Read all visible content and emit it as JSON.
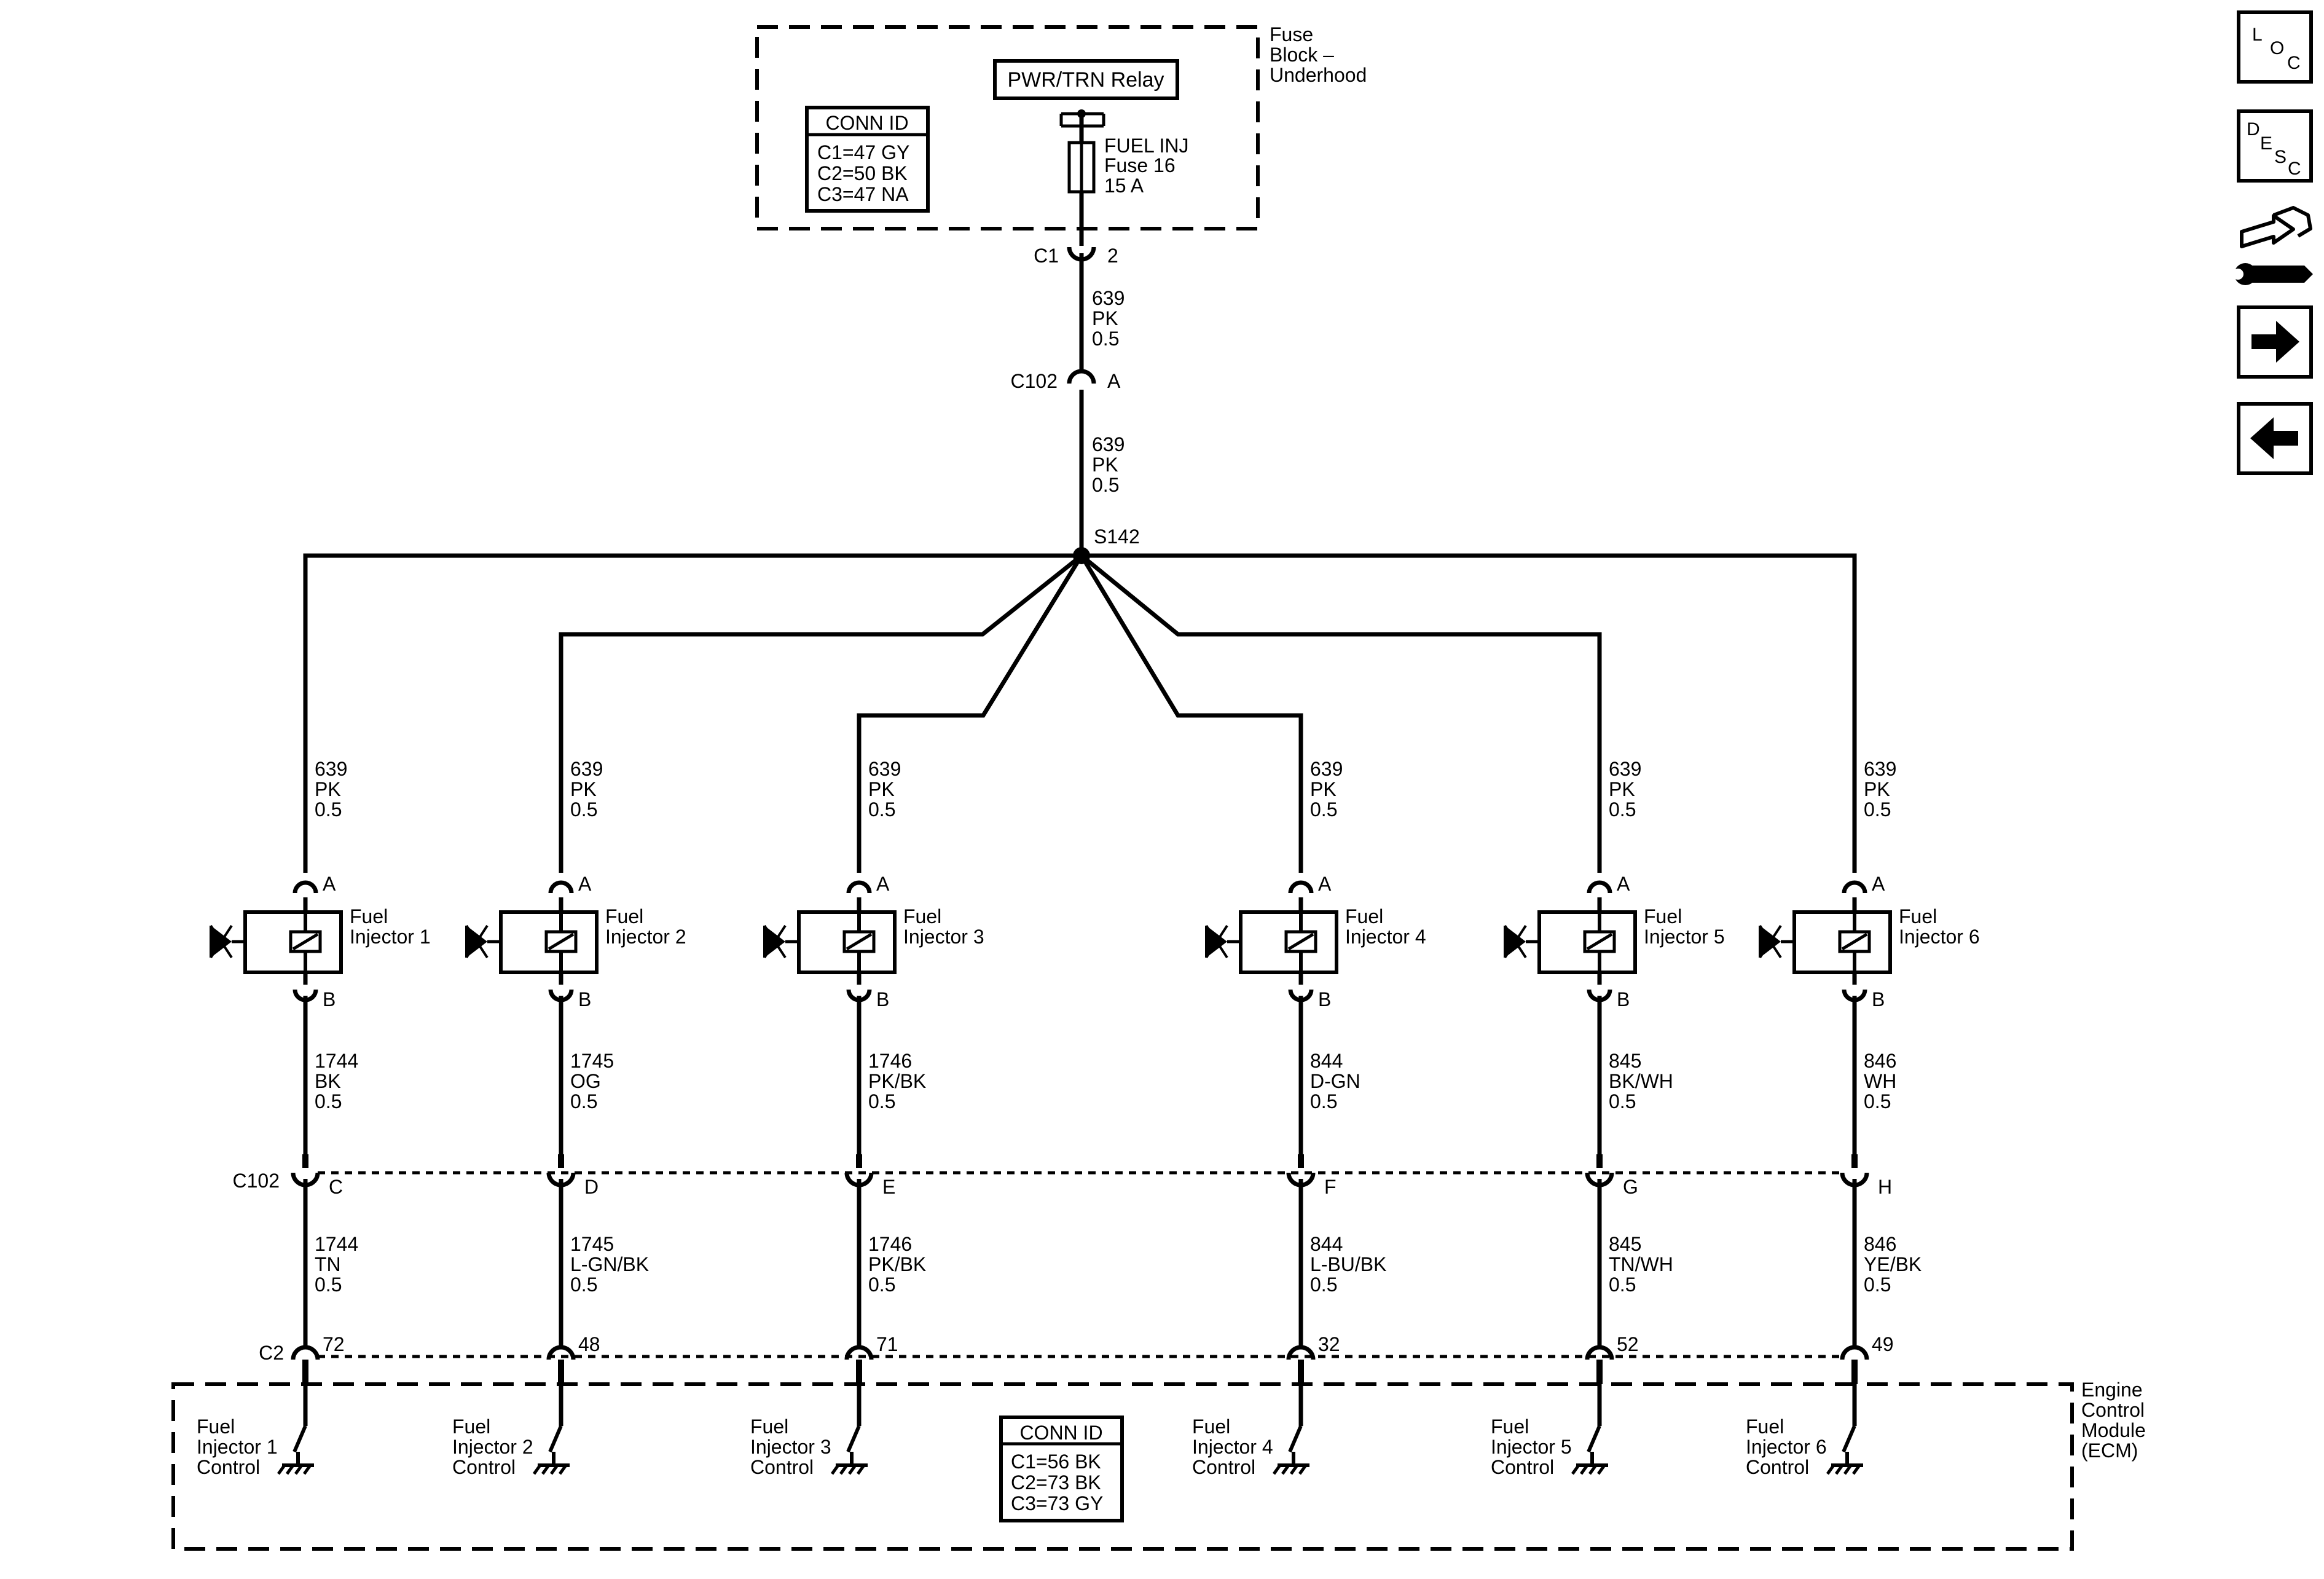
{
  "fuse_block": {
    "label_lines": [
      "Fuse",
      "Block –",
      "Underhood"
    ],
    "relay": "PWR/TRN Relay",
    "fuse_lines": [
      "FUEL INJ",
      "Fuse 16",
      "15 A"
    ],
    "conn_id": {
      "title": "CONN ID",
      "lines": [
        "C1=47 GY",
        "C2=50 BK",
        "C3=47 NA"
      ]
    }
  },
  "feed": {
    "connector_c1": {
      "name": "C1",
      "pin": "2"
    },
    "wire_upper": [
      "639",
      "PK",
      "0.5"
    ],
    "connector_c102": {
      "name": "C102",
      "pin": "A"
    },
    "wire_lower": [
      "639",
      "PK",
      "0.5"
    ],
    "splice": "S142"
  },
  "injectors": [
    {
      "name": [
        "Fuel",
        "Injector 1"
      ],
      "pin_a": "A",
      "pin_b": "B",
      "wire_a": [
        "639",
        "PK",
        "0.5"
      ],
      "wire_b": [
        "1744",
        "BK",
        "0.5"
      ],
      "c102_pin": "C",
      "wire_c": [
        "1744",
        "TN",
        "0.5"
      ],
      "ecm_pin": "72",
      "ecm_label": [
        "Fuel",
        "Injector 1",
        "Control"
      ]
    },
    {
      "name": [
        "Fuel",
        "Injector 2"
      ],
      "pin_a": "A",
      "pin_b": "B",
      "wire_a": [
        "639",
        "PK",
        "0.5"
      ],
      "wire_b": [
        "1745",
        "OG",
        "0.5"
      ],
      "c102_pin": "D",
      "wire_c": [
        "1745",
        "L-GN/BK",
        "0.5"
      ],
      "ecm_pin": "48",
      "ecm_label": [
        "Fuel",
        "Injector 2",
        "Control"
      ]
    },
    {
      "name": [
        "Fuel",
        "Injector 3"
      ],
      "pin_a": "A",
      "pin_b": "B",
      "wire_a": [
        "639",
        "PK",
        "0.5"
      ],
      "wire_b": [
        "1746",
        "PK/BK",
        "0.5"
      ],
      "c102_pin": "E",
      "wire_c": [
        "1746",
        "PK/BK",
        "0.5"
      ],
      "ecm_pin": "71",
      "ecm_label": [
        "Fuel",
        "Injector 3",
        "Control"
      ]
    },
    {
      "name": [
        "Fuel",
        "Injector 4"
      ],
      "pin_a": "A",
      "pin_b": "B",
      "wire_a": [
        "639",
        "PK",
        "0.5"
      ],
      "wire_b": [
        "844",
        "D-GN",
        "0.5"
      ],
      "c102_pin": "F",
      "wire_c": [
        "844",
        "L-BU/BK",
        "0.5"
      ],
      "ecm_pin": "32",
      "ecm_label": [
        "Fuel",
        "Injector 4",
        "Control"
      ]
    },
    {
      "name": [
        "Fuel",
        "Injector 5"
      ],
      "pin_a": "A",
      "pin_b": "B",
      "wire_a": [
        "639",
        "PK",
        "0.5"
      ],
      "wire_b": [
        "845",
        "BK/WH",
        "0.5"
      ],
      "c102_pin": "G",
      "wire_c": [
        "845",
        "TN/WH",
        "0.5"
      ],
      "ecm_pin": "52",
      "ecm_label": [
        "Fuel",
        "Injector 5",
        "Control"
      ]
    },
    {
      "name": [
        "Fuel",
        "Injector 6"
      ],
      "pin_a": "A",
      "pin_b": "B",
      "wire_a": [
        "639",
        "PK",
        "0.5"
      ],
      "wire_b": [
        "846",
        "WH",
        "0.5"
      ],
      "c102_pin": "H",
      "wire_c": [
        "846",
        "YE/BK",
        "0.5"
      ],
      "ecm_pin": "49",
      "ecm_label": [
        "Fuel",
        "Injector 6",
        "Control"
      ]
    }
  ],
  "connector_labels": {
    "c102": "C102",
    "c2": "C2"
  },
  "ecm": {
    "label_lines": [
      "Engine",
      "Control",
      "Module",
      "(ECM)"
    ],
    "conn_id": {
      "title": "CONN ID",
      "lines": [
        "C1=56 BK",
        "C2=73 BK",
        "C3=73 GY"
      ]
    }
  },
  "side_nav": {
    "loc": [
      "L",
      "O",
      "C"
    ],
    "desc": [
      "D",
      "E",
      "S",
      "C"
    ],
    "buttons": [
      "loc-icon",
      "desc-icon",
      "connector-wrench-icon",
      "arrow-right-icon",
      "arrow-left-icon"
    ]
  }
}
